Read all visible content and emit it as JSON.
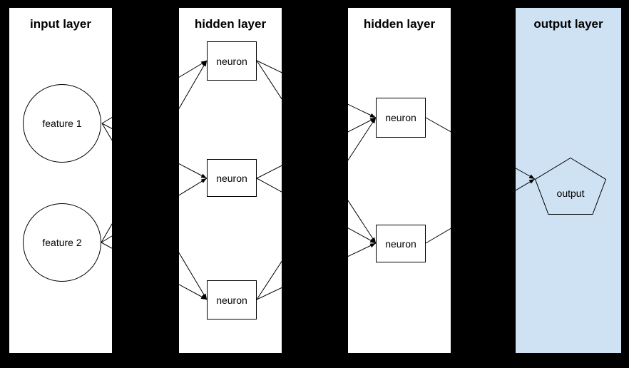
{
  "colors": {
    "background": "#000000",
    "panel_background": "#ffffff",
    "output_panel_background": "#cfe2f3",
    "line_color": "#000000"
  },
  "layers": [
    {
      "id": "input",
      "title": "input layer"
    },
    {
      "id": "hidden1",
      "title": "hidden layer"
    },
    {
      "id": "hidden2",
      "title": "hidden layer"
    },
    {
      "id": "output",
      "title": "output layer"
    }
  ],
  "nodes": {
    "feature1": {
      "label": "feature 1",
      "shape": "circle",
      "layer": "input"
    },
    "feature2": {
      "label": "feature 2",
      "shape": "circle",
      "layer": "input"
    },
    "h1n1": {
      "label": "neuron",
      "shape": "rectangle",
      "layer": "hidden1"
    },
    "h1n2": {
      "label": "neuron",
      "shape": "rectangle",
      "layer": "hidden1"
    },
    "h1n3": {
      "label": "neuron",
      "shape": "rectangle",
      "layer": "hidden1"
    },
    "h2n1": {
      "label": "neuron",
      "shape": "rectangle",
      "layer": "hidden2"
    },
    "h2n2": {
      "label": "neuron",
      "shape": "rectangle",
      "layer": "hidden2"
    },
    "out1": {
      "label": "output",
      "shape": "pentagon",
      "layer": "output"
    }
  },
  "connections": [
    {
      "from": "feature1",
      "to": "h1n1"
    },
    {
      "from": "feature1",
      "to": "h1n2"
    },
    {
      "from": "feature1",
      "to": "h1n3"
    },
    {
      "from": "feature2",
      "to": "h1n1"
    },
    {
      "from": "feature2",
      "to": "h1n2"
    },
    {
      "from": "feature2",
      "to": "h1n3"
    },
    {
      "from": "h1n1",
      "to": "h2n1"
    },
    {
      "from": "h1n1",
      "to": "h2n2"
    },
    {
      "from": "h1n2",
      "to": "h2n1"
    },
    {
      "from": "h1n2",
      "to": "h2n2"
    },
    {
      "from": "h1n3",
      "to": "h2n1"
    },
    {
      "from": "h1n3",
      "to": "h2n2"
    },
    {
      "from": "h2n1",
      "to": "out1"
    },
    {
      "from": "h2n2",
      "to": "out1"
    }
  ]
}
